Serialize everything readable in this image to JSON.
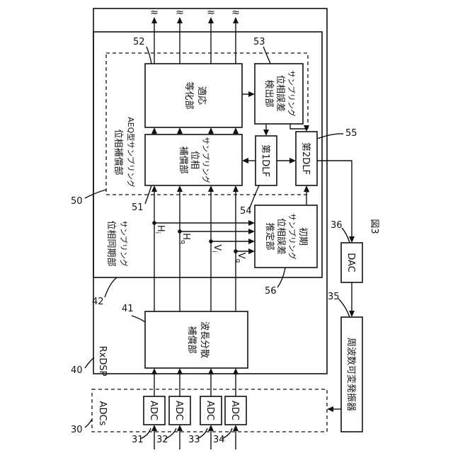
{
  "figure_label": "図3",
  "blocks": {
    "adcs_group": {
      "label": "ADCs",
      "ref": "30"
    },
    "adc1": {
      "label": "ADC",
      "ref": "31"
    },
    "adc2": {
      "label": "ADC",
      "ref": "32"
    },
    "adc3": {
      "label": "ADC",
      "ref": "33"
    },
    "adc4": {
      "label": "ADC",
      "ref": "34"
    },
    "rxdsp": {
      "label": "RxDSP",
      "ref": "40"
    },
    "wavelength_dispersion": {
      "line1": "波長分散",
      "line2": "補償部",
      "ref": "41"
    },
    "sampling_phase_sync": {
      "line1": "サンプリング",
      "line2": "位相同期部",
      "ref": "42"
    },
    "aeq_sampling_phase_comp": {
      "line1": "AEQ型サンプリング",
      "line2": "位相補償部",
      "ref": "50"
    },
    "sampling_phase_compensator": {
      "line1": "サンプリング",
      "line2": "位相",
      "line3": "補償部",
      "ref": "51"
    },
    "adaptive_equalizer": {
      "line1": "適応",
      "line2": "等化部",
      "ref": "52"
    },
    "phase_error_detector": {
      "line1": "サンプリング",
      "line2": "位相誤差",
      "line3": "検出部",
      "ref": "53"
    },
    "first_dlf": {
      "label": "第1DLF",
      "ref": "54"
    },
    "second_dlf": {
      "label": "第2DLF",
      "ref": "55"
    },
    "initial_phase_estimator": {
      "line1": "初期",
      "line2": "サンプリング",
      "line3": "位相誤差",
      "line4": "推定部",
      "ref": "56"
    },
    "dac": {
      "label": "DAC",
      "ref": "36"
    },
    "vco": {
      "label": "周波数可変発振器",
      "ref": "35"
    }
  },
  "signals": [
    "Hi",
    "Hq",
    "Vi",
    "Vq"
  ],
  "signal_labels": {
    "Hi": {
      "main": "H",
      "sub": "i"
    },
    "Hq": {
      "main": "H",
      "sub": "q"
    },
    "Vi": {
      "main": "V",
      "sub": "i"
    },
    "Vq": {
      "main": "V",
      "sub": "q"
    }
  },
  "output_marks": [
    "≈",
    "≈",
    "≈",
    "≈"
  ]
}
